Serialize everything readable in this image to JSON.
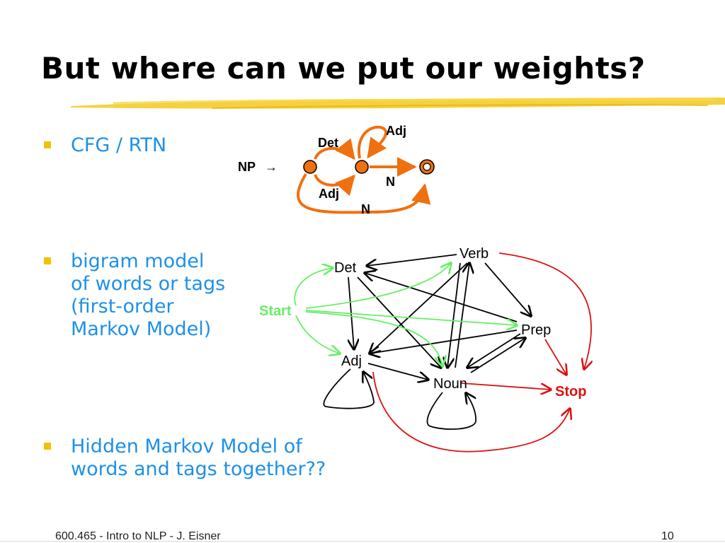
{
  "title": "But where can we put our weights?",
  "bullets": [
    {
      "lines": [
        "CFG / RTN"
      ]
    },
    {
      "lines": [
        "bigram model",
        "of words or tags",
        "(first-order",
        "Markov Model)"
      ]
    },
    {
      "lines": [
        "Hidden Markov Model of",
        "words and tags together??"
      ]
    }
  ],
  "rtn": {
    "lhs": "NP",
    "arrow": "→",
    "labels": {
      "det": "Det",
      "adj_loop": "Adj",
      "adj_lower": "Adj",
      "n_mid": "N",
      "n_bottom": "N"
    }
  },
  "bigram": {
    "nodes": {
      "verb": "Verb",
      "det": "Det",
      "start": "Start",
      "prep": "Prep",
      "adj": "Adj",
      "noun": "Noun",
      "stop": "Stop"
    }
  },
  "footer": {
    "course": "600.465 - Intro to NLP - J. Eisner",
    "page": "10"
  },
  "colors": {
    "title": "#000000",
    "bullet_text": "#1e90e8",
    "bullet_marker": "#f2c200",
    "rtn_edge": "#f07010",
    "start": "#66ee66",
    "stop": "#dd1111",
    "highlight": "#f2c200"
  }
}
